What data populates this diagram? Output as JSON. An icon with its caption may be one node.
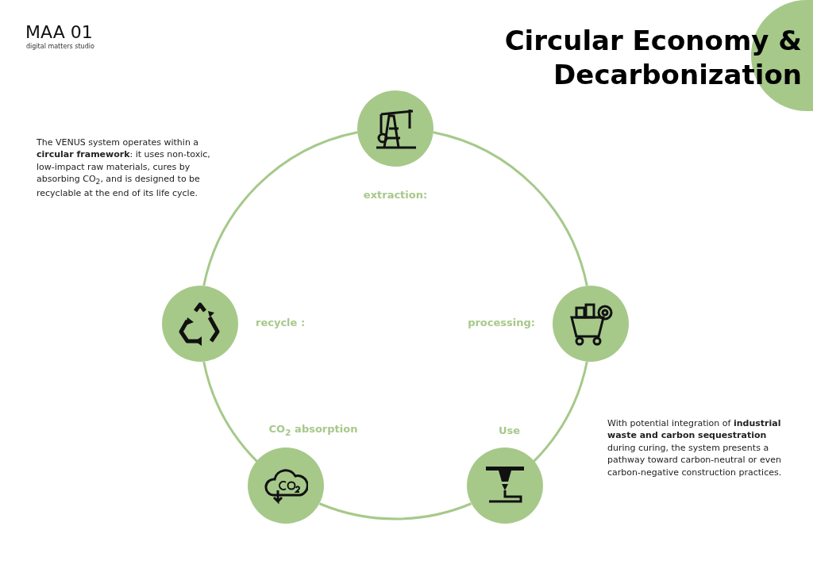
{
  "diagram": {
    "title": "Circular Economy & Decarbonization",
    "nodes": [
      {
        "text": [],
        "shape": "picture",
        "beside": [
          "extraction:"
        ]
      },
      {
        "text": [],
        "shape": "picture",
        "beside": [
          "recycle :"
        ]
      },
      {
        "text": [],
        "shape": "picture",
        "beside": [
          "processing:"
        ]
      },
      {
        "text": [],
        "shape": "picture",
        "beside": [
          "CO$_{2}$ absorption"
        ]
      },
      {
        "text": [],
        "shape": "picture",
        "beside": [
          "Use"
        ]
      }
    ],
    "edges": [
      {
        "from": 0,
        "to": 2,
        "arrow": "none"
      },
      {
        "from": 2,
        "to": 4,
        "arrow": "none"
      },
      {
        "from": 4,
        "to": 3,
        "arrow": "none"
      },
      {
        "from": 3,
        "to": 1,
        "arrow": "none"
      },
      {
        "from": 1,
        "to": 0,
        "arrow": "none"
      }
    ],
    "labels": [
      "MAA 01",
      "digital matters studio",
      "The VENUS system operates within a **circular framework**: it uses non-toxic, low-impact raw materials, cures by absorbing CO$_{2}$, and is designed to be recyclable at the end of its life cycle.",
      "With potential integration of **industrial waste and carbon sequestration** during curing, the system presents a pathway toward carbon-neutral or even carbon-negative construction practices."
    ]
  }
}
